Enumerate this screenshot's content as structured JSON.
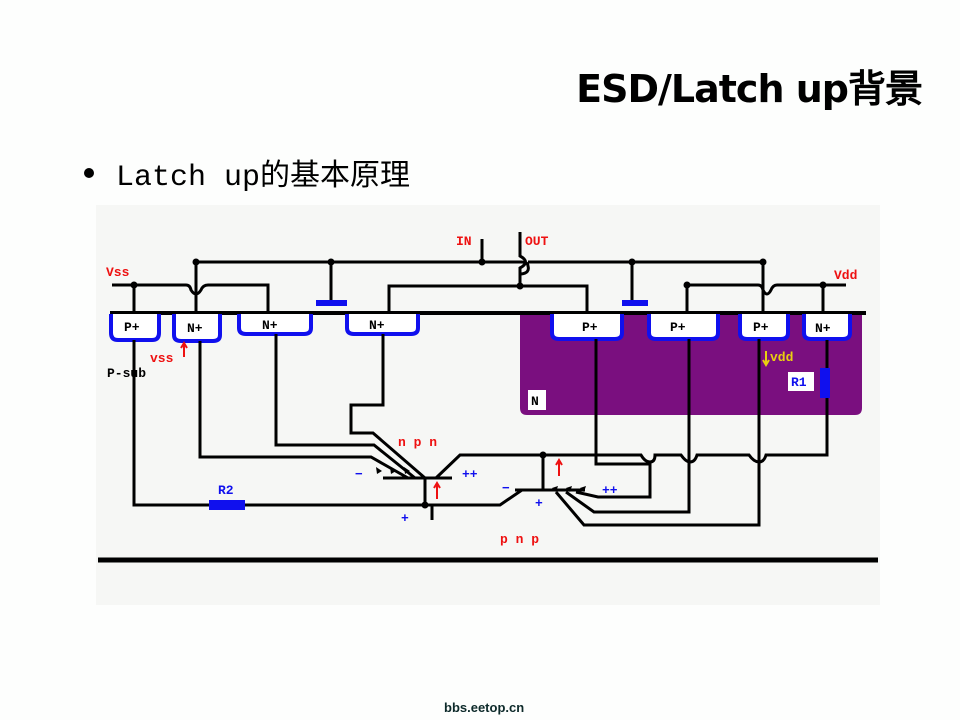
{
  "slide": {
    "title": "ESD/Latch up背景",
    "bullet": "Latch up的基本原理",
    "footer": "bbs.eetop.cn"
  },
  "diagram": {
    "labels": {
      "in": "IN",
      "out": "OUT",
      "vss": "Vss",
      "vdd": "Vdd",
      "psub": "P-sub",
      "nwell": "N",
      "vss_current": "vss",
      "vdd_current": "vdd",
      "r1": "R1",
      "r2": "R2",
      "npn": "n p n",
      "pnp": "p n p",
      "npn_minus": "−",
      "npn_plusplus": "++",
      "npn_plus": "+",
      "pnp_minus": "−",
      "pnp_plusplus": "++",
      "pnp_plus": "+"
    },
    "diffusions": [
      {
        "id": "p-plus-1",
        "label": "P+"
      },
      {
        "id": "n-plus-1",
        "label": "N+"
      },
      {
        "id": "n-plus-2",
        "label": "N+"
      },
      {
        "id": "n-plus-3",
        "label": "N+"
      },
      {
        "id": "p-plus-2",
        "label": "P+"
      },
      {
        "id": "p-plus-3",
        "label": "P+"
      },
      {
        "id": "p-plus-4",
        "label": "P+"
      },
      {
        "id": "n-plus-4",
        "label": "N+"
      }
    ],
    "colors": {
      "wire": "#000000",
      "diffusion_border": "#1010ee",
      "nwell": "#7a0f7f",
      "label_red": "#ee1111",
      "label_blue": "#1010ee",
      "label_yellow": "#e8d010"
    }
  }
}
